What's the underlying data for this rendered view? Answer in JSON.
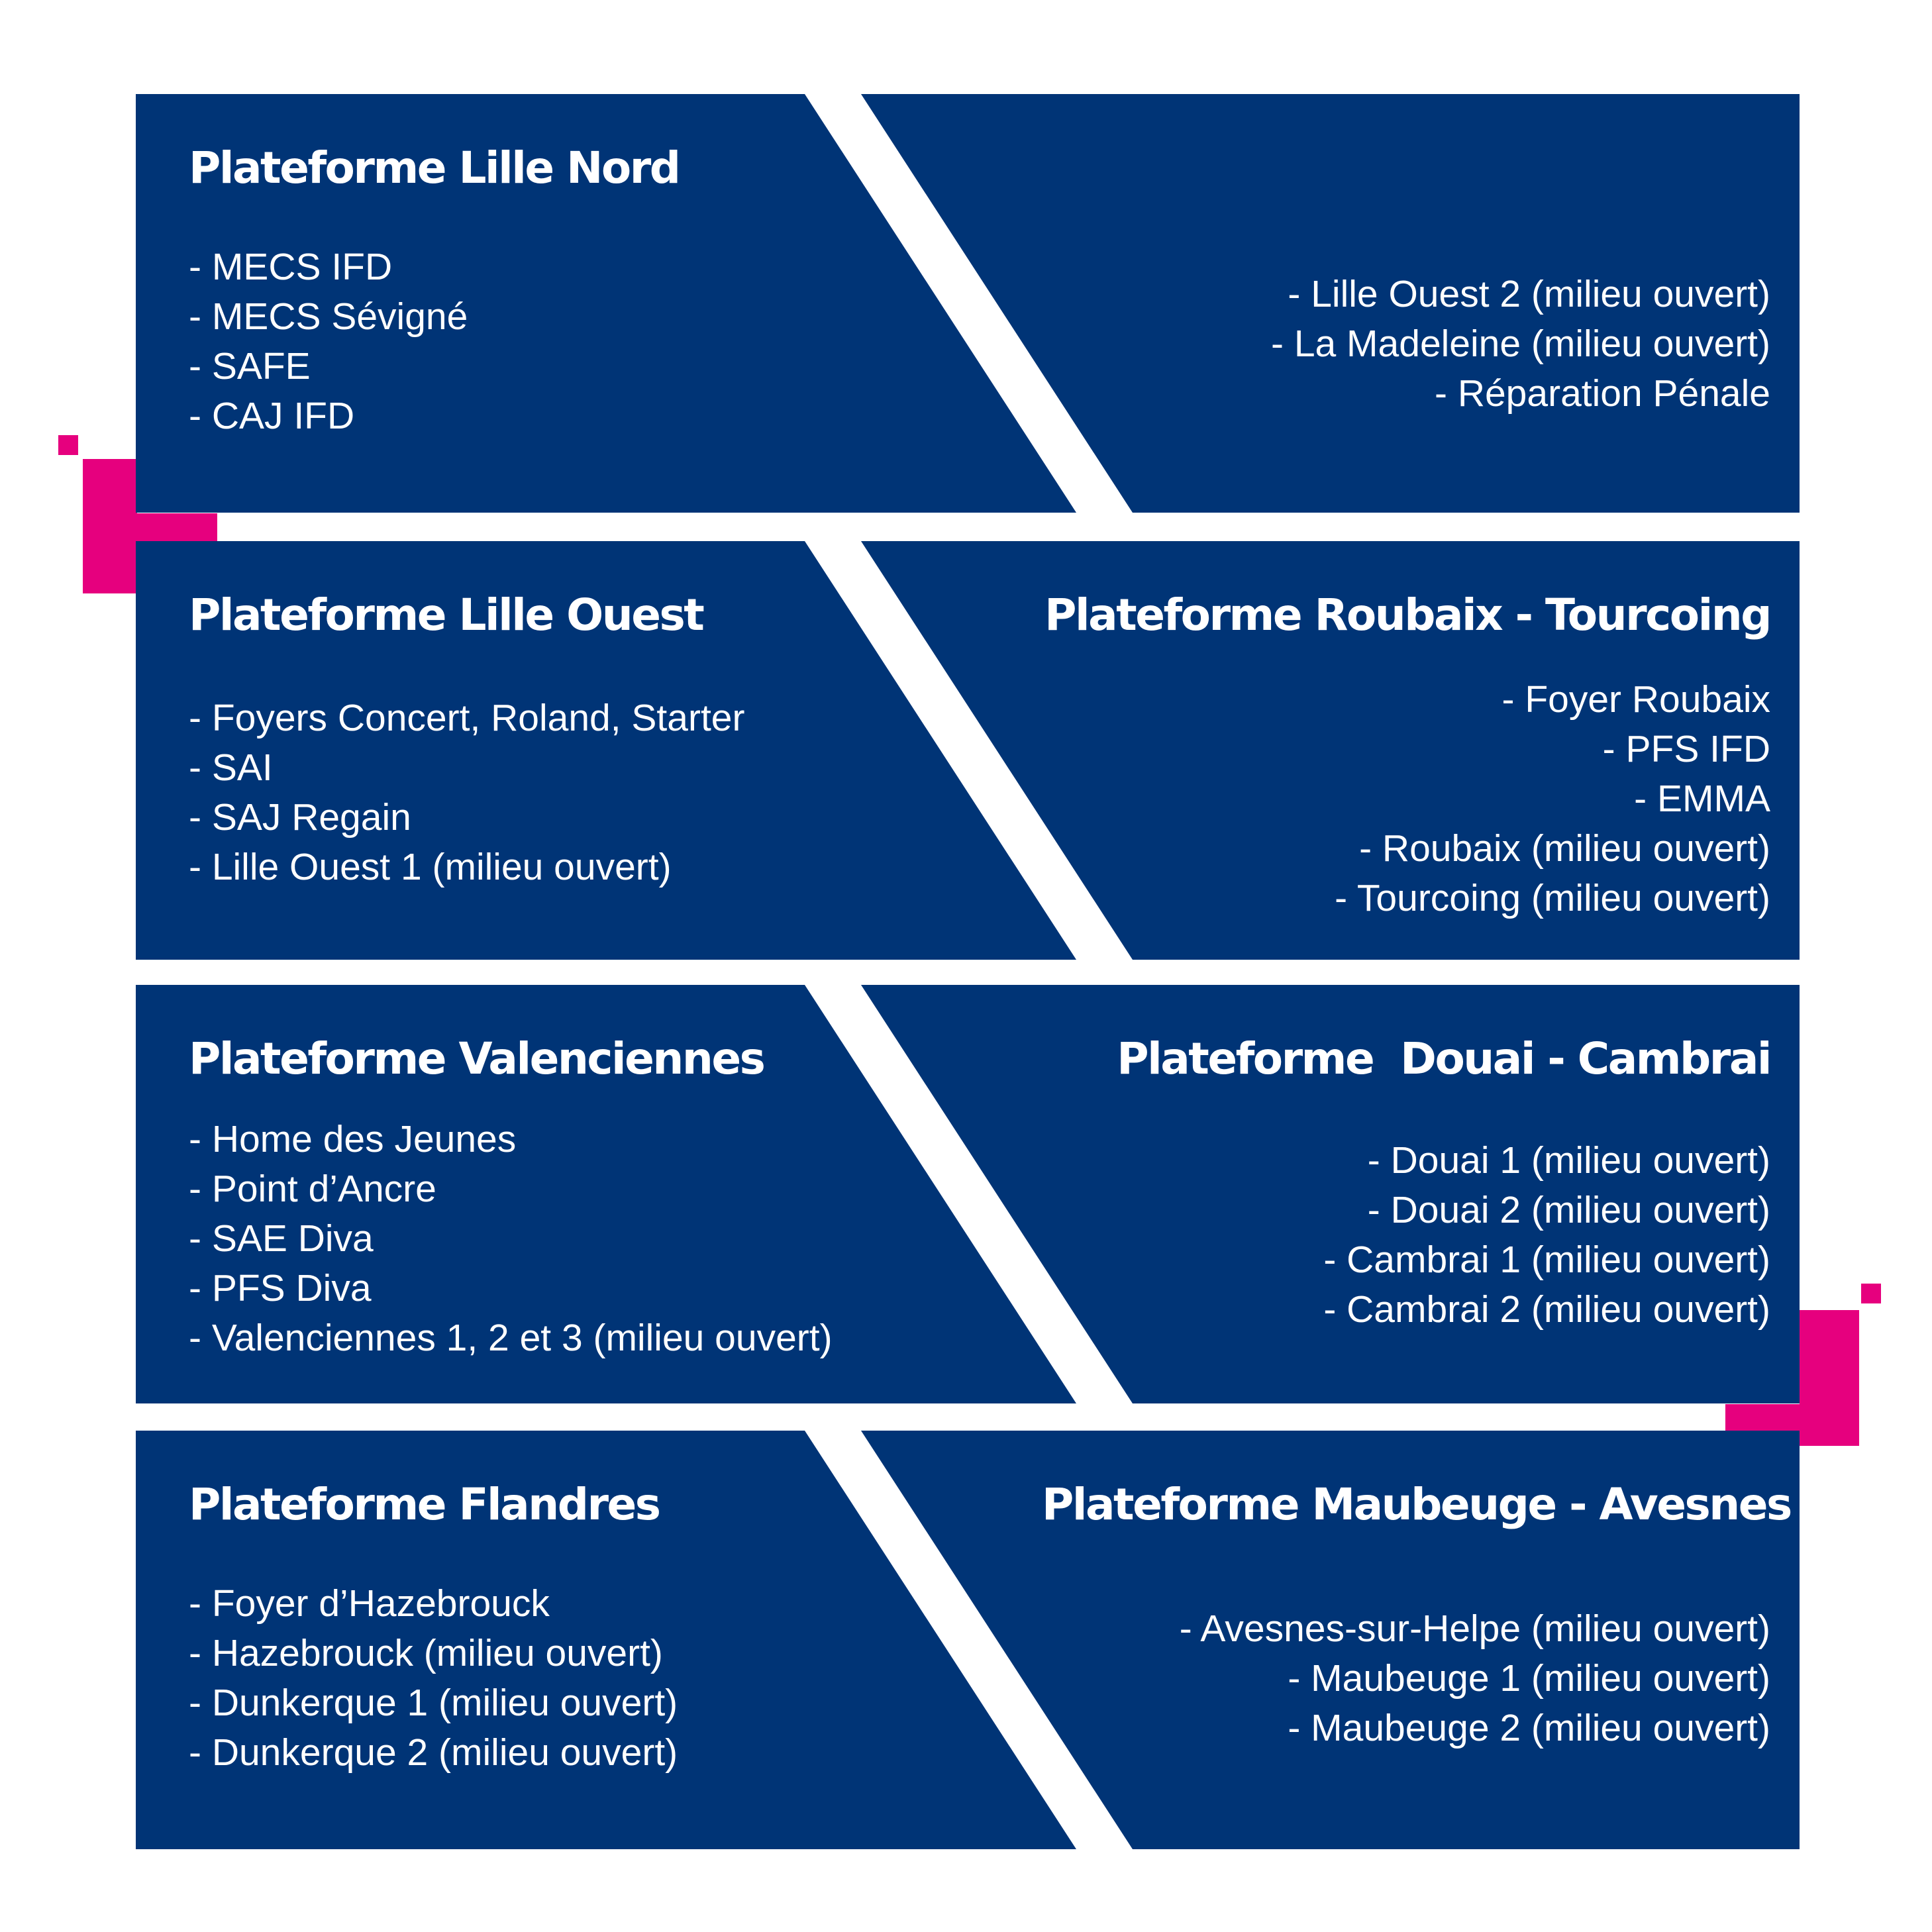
{
  "colors": {
    "panel": "#003476",
    "accent": "#e6007e",
    "text": "#ffffff"
  },
  "panels": [
    {
      "title": "Plateforme Lille Nord",
      "items": [
        "- MECS IFD",
        "- MECS Sévigné",
        "- SAFE",
        "- CAJ IFD"
      ]
    },
    {
      "title": "",
      "items": [
        "- Lille Ouest 2 (milieu ouvert)",
        "- La Madeleine (milieu ouvert)",
        "- Réparation Pénale"
      ]
    },
    {
      "title": "Plateforme Lille Ouest",
      "items": [
        "- Foyers Concert, Roland, Starter",
        "- SAI",
        "- SAJ Regain",
        "- Lille Ouest 1 (milieu ouvert)"
      ]
    },
    {
      "title": "Plateforme Roubaix - Tourcoing",
      "items": [
        "- Foyer Roubaix",
        "- PFS IFD",
        "- EMMA",
        "- Roubaix (milieu ouvert)",
        "- Tourcoing (milieu ouvert)"
      ]
    },
    {
      "title": "Plateforme Valenciennes",
      "items": [
        "- Home des Jeunes",
        "- Point d’Ancre",
        "- SAE Diva",
        "- PFS Diva",
        "- Valenciennes 1, 2 et 3 (milieu ouvert)"
      ]
    },
    {
      "title": "Plateforme  Douai - Cambrai",
      "items": [
        "- Douai 1 (milieu ouvert)",
        "- Douai 2 (milieu ouvert)",
        "- Cambrai 1 (milieu ouvert)",
        "- Cambrai 2 (milieu ouvert)"
      ]
    },
    {
      "title": "Plateforme Flandres",
      "items": [
        "- Foyer d’Hazebrouck",
        "- Hazebrouck (milieu ouvert)",
        "- Dunkerque 1 (milieu ouvert)",
        "- Dunkerque 2 (milieu ouvert)"
      ]
    },
    {
      "title": "Plateforme Maubeuge - Avesnes",
      "items": [
        "- Avesnes-sur-Helpe (milieu ouvert)",
        "- Maubeuge 1 (milieu ouvert)",
        "- Maubeuge 2 (milieu ouvert)"
      ]
    }
  ]
}
